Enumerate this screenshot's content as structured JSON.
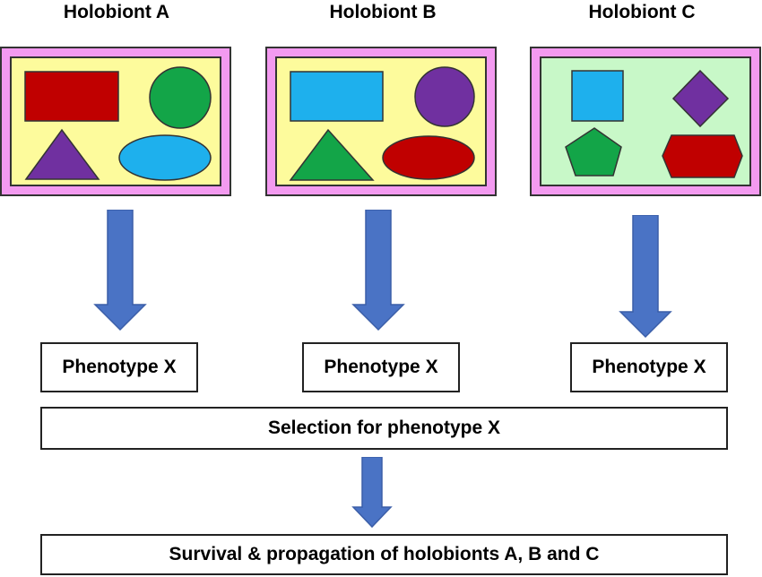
{
  "holobionts": [
    {
      "title": "Holobiont A",
      "phenotype": "Phenotype X",
      "background": "#fdfb9c"
    },
    {
      "title": "Holobiont B",
      "phenotype": "Phenotype X",
      "background": "#fdfb9c"
    },
    {
      "title": "Holobiont C",
      "phenotype": "Phenotype X",
      "background": "#c8f8c8"
    }
  ],
  "selection_label": "Selection for phenotype X",
  "survival_label": "Survival & propagation of holobionts A, B and C",
  "colors": {
    "frame": "#f39af0",
    "arrow": "#4a73c5",
    "red": "#c00000",
    "green": "#13a548",
    "purple": "#7030a0",
    "cyan": "#1eb0ed"
  }
}
